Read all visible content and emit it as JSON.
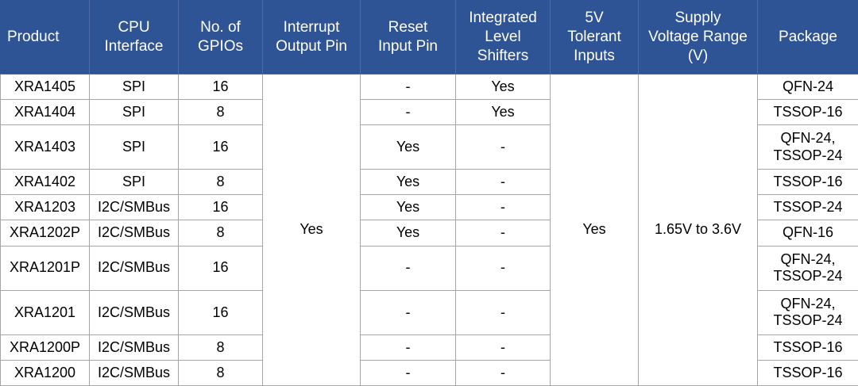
{
  "table": {
    "headers": [
      "Product",
      "CPU\nInterface",
      "No. of\nGPIOs",
      "Interrupt\nOutput Pin",
      "Reset\nInput Pin",
      "Integrated\nLevel\nShifters",
      "5V\nTolerant\nInputs",
      "Supply\nVoltage Range\n(V)",
      "Package"
    ],
    "header_bg": "#2e5496",
    "header_text_color": "#ffffff",
    "grid_color": "#a6a6a6",
    "merged": {
      "interrupt_output_pin": "Yes",
      "tolerant_inputs_5v": "Yes",
      "supply_voltage_range": "1.65V to 3.6V"
    },
    "rows": [
      {
        "product": "XRA1405",
        "cpu_interface": "SPI",
        "gpios": "16",
        "reset_input_pin": "-",
        "level_shifters": "Yes",
        "package": "QFN-24",
        "tall": false
      },
      {
        "product": "XRA1404",
        "cpu_interface": "SPI",
        "gpios": "8",
        "reset_input_pin": "-",
        "level_shifters": "Yes",
        "package": "TSSOP-16",
        "tall": false
      },
      {
        "product": "XRA1403",
        "cpu_interface": "SPI",
        "gpios": "16",
        "reset_input_pin": "Yes",
        "level_shifters": "-",
        "package": "QFN-24,\nTSSOP-24",
        "tall": true
      },
      {
        "product": "XRA1402",
        "cpu_interface": "SPI",
        "gpios": "8",
        "reset_input_pin": "Yes",
        "level_shifters": "-",
        "package": "TSSOP-16",
        "tall": false
      },
      {
        "product": "XRA1203",
        "cpu_interface": "I2C/SMBus",
        "gpios": "16",
        "reset_input_pin": "Yes",
        "level_shifters": "-",
        "package": "TSSOP-24",
        "tall": false
      },
      {
        "product": "XRA1202P",
        "cpu_interface": "I2C/SMBus",
        "gpios": "8",
        "reset_input_pin": "Yes",
        "level_shifters": "-",
        "package": "QFN-16",
        "tall": false
      },
      {
        "product": "XRA1201P",
        "cpu_interface": "I2C/SMBus",
        "gpios": "16",
        "reset_input_pin": "-",
        "level_shifters": "-",
        "package": "QFN-24,\nTSSOP-24",
        "tall": true
      },
      {
        "product": "XRA1201",
        "cpu_interface": "I2C/SMBus",
        "gpios": "16",
        "reset_input_pin": "-",
        "level_shifters": "-",
        "package": "QFN-24,\nTSSOP-24",
        "tall": true
      },
      {
        "product": "XRA1200P",
        "cpu_interface": "I2C/SMBus",
        "gpios": "8",
        "reset_input_pin": "-",
        "level_shifters": "-",
        "package": "TSSOP-16",
        "tall": false
      },
      {
        "product": "XRA1200",
        "cpu_interface": "I2C/SMBus",
        "gpios": "8",
        "reset_input_pin": "-",
        "level_shifters": "-",
        "package": "TSSOP-16",
        "tall": false
      }
    ]
  }
}
